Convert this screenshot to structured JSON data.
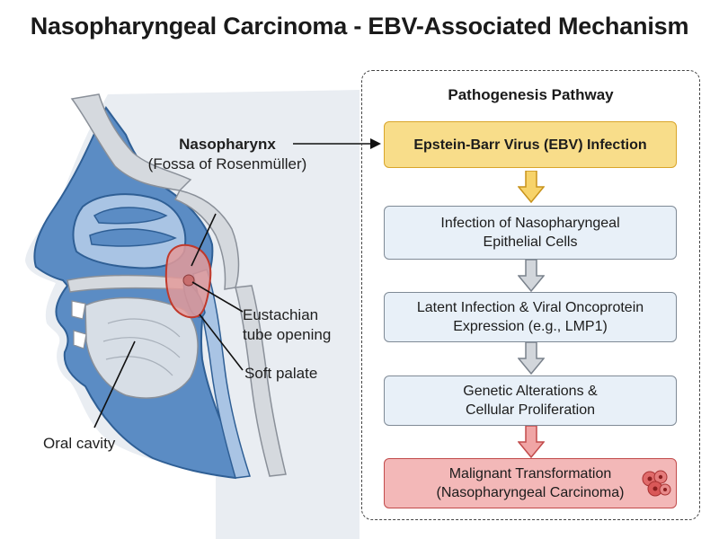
{
  "title": "Nasopharyngeal Carcinoma - EBV-Associated Mechanism",
  "anatomy_labels": {
    "nasopharynx": "Nasopharynx",
    "fossa": "(Fossa of Rosenmüller)",
    "eustachian_line1": "Eustachian",
    "eustachian_line2": "tube opening",
    "soft_palate": "Soft palate",
    "oral_cavity": "Oral cavity"
  },
  "pathway": {
    "title": "Pathogenesis Pathway",
    "steps": [
      {
        "lines": [
          "Epstein-Barr Virus (EBV) Infection"
        ]
      },
      {
        "lines": [
          "Infection of Nasopharyngeal",
          "Epithelial Cells"
        ]
      },
      {
        "lines": [
          "Latent Infection & Viral Oncoprotein",
          "Expression (e.g., LMP1)"
        ]
      },
      {
        "lines": [
          "Genetic Alterations &",
          "Cellular Proliferation"
        ]
      },
      {
        "lines": [
          "Malignant Transformation",
          "(Nasopharyngeal Carcinoma)"
        ]
      }
    ]
  },
  "colors": {
    "tissue_blue": "#5b8cc4",
    "tissue_light": "#a9c4e4",
    "bone_gray": "#d5d9de",
    "tumor_red": "#e39a9a",
    "ebv_yellow": "#f8dd8a",
    "step_blue": "#e8f0f8",
    "carcinoma_red": "#f3b8b8"
  }
}
